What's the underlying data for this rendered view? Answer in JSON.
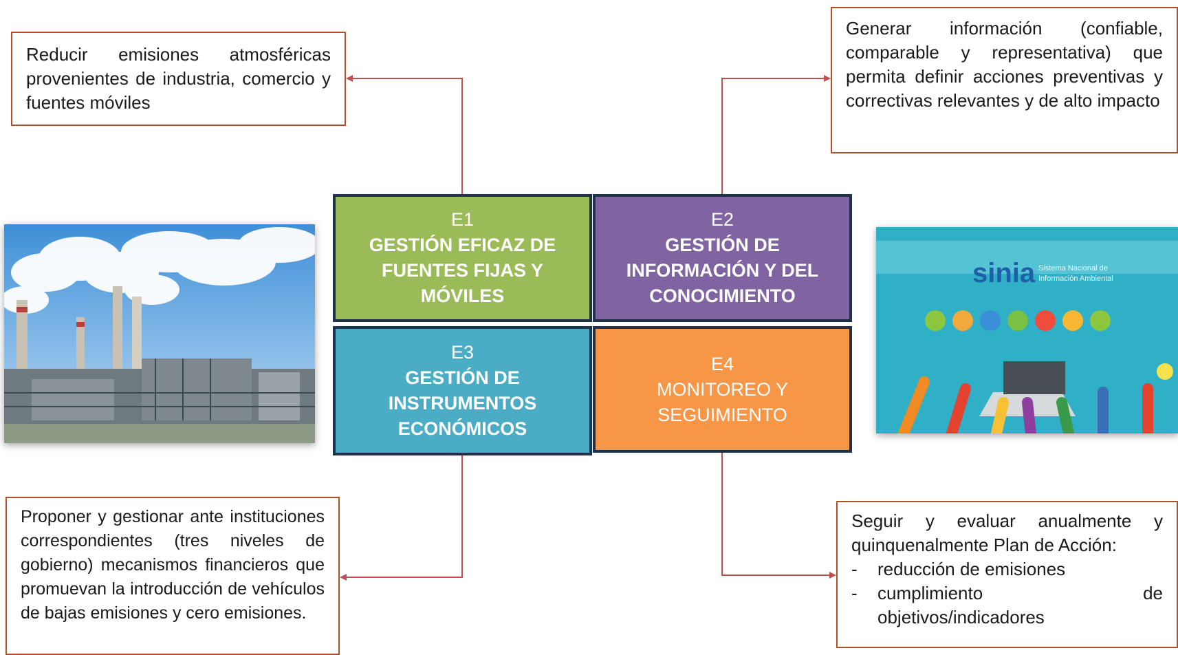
{
  "quadrants": [
    {
      "code": "E1",
      "title": "GESTIÓN EFICAZ DE FUENTES FIJAS Y MÓVILES",
      "color": "#9bbb59"
    },
    {
      "code": "E2",
      "title": "GESTIÓN DE INFORMACIÓN Y DEL CONOCIMIENTO",
      "color": "#8064a2"
    },
    {
      "code": "E3",
      "title": "GESTIÓN DE INSTRUMENTOS ECONÓMICOS",
      "color": "#4bacc6"
    },
    {
      "code": "E4",
      "title": "MONITOREO Y SEGUIMIENTO",
      "color": "#f79646"
    }
  ],
  "notes": {
    "e1": "Reducir emisiones atmosféricas provenientes de industria, comercio y fuentes móviles",
    "e2": "Generar información (confiable, comparable y representativa) que permita definir acciones preventivas y correctivas relevantes y de alto impacto",
    "e3": "Proponer y gestionar ante instituciones correspondientes (tres niveles de gobierno) mecanismos financieros que promuevan la introducción de vehículos de bajas emisiones y cero emisiones.",
    "e4": {
      "intro": "Seguir y evaluar anualmente y quinquenalmente Plan de Acción:",
      "items": [
        "reducción de emisiones",
        "cumplimiento de objetivos/indicadores"
      ]
    }
  },
  "sinia": {
    "logo": "sinia",
    "tagline_1": "Sistema Nacional de",
    "tagline_2": "Información Ambiental"
  },
  "colors": {
    "arrow": "#c0504d",
    "note_border": "#b0502a",
    "quad_border": "#1f3247"
  }
}
